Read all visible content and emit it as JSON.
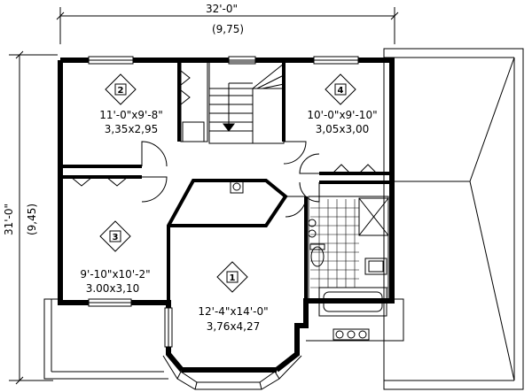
{
  "dimensions": {
    "width_imperial": "32'-0\"",
    "width_metric": "(9,75)",
    "depth_imperial": "31'-0\"",
    "depth_metric": "(9,45)"
  },
  "rooms": [
    {
      "number": "1",
      "size_imperial": "12'-4\"x14'-0\"",
      "size_metric": "3,76x4,27"
    },
    {
      "number": "2",
      "size_imperial": "11'-0\"x9'-8\"",
      "size_metric": "3,35x2,95"
    },
    {
      "number": "3",
      "size_imperial": "9'-10\"x10'-2\"",
      "size_metric": "3.00x3,10"
    },
    {
      "number": "4",
      "size_imperial": "10'-0\"x9'-10\"",
      "size_metric": "3,05x3,00"
    }
  ]
}
